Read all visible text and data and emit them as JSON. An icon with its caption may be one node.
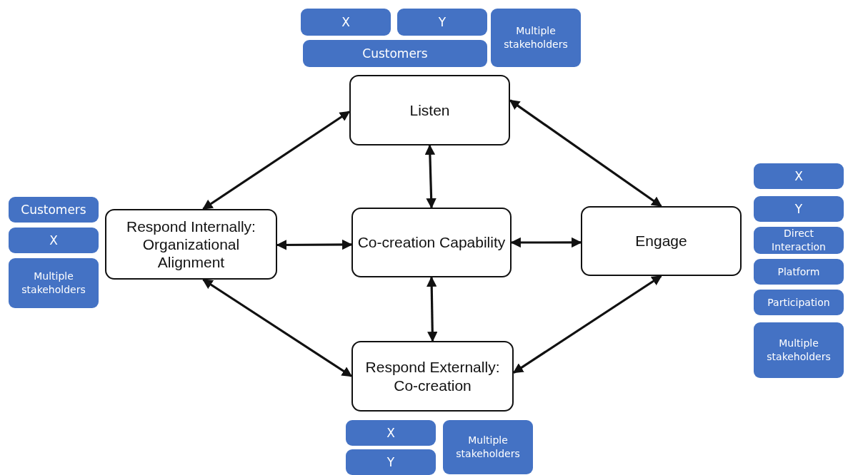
{
  "diagram": {
    "nodes": [
      {
        "text": [
          "X"
        ]
      },
      {
        "text": [
          "Y"
        ]
      },
      {
        "text": [
          "Customers"
        ]
      },
      {
        "text": [
          "Multiple stakeholders"
        ]
      },
      {
        "text": [
          "Listen"
        ]
      },
      {
        "text": [
          "Customers"
        ]
      },
      {
        "text": [
          "X"
        ]
      },
      {
        "text": [
          "Multiple stakeholders"
        ]
      },
      {
        "text": [
          "Respond Internally: Organizational Alignment"
        ]
      },
      {
        "text": [
          "Co-creation Capability"
        ]
      },
      {
        "text": [
          "Engage"
        ]
      },
      {
        "text": [
          "X"
        ]
      },
      {
        "text": [
          "Y"
        ]
      },
      {
        "text": [
          "Direct Interaction"
        ]
      },
      {
        "text": [
          "Platform"
        ]
      },
      {
        "text": [
          "Participation"
        ]
      },
      {
        "text": [
          "Multiple stakeholders"
        ]
      },
      {
        "text": [
          "Respond Externally: Co-creation"
        ]
      },
      {
        "text": [
          "X"
        ]
      },
      {
        "text": [
          "Y"
        ]
      },
      {
        "text": [
          "Multiple stakeholders"
        ]
      }
    ],
    "edges": [
      {
        "from": 8,
        "to": 4,
        "arrow": "both"
      },
      {
        "from": 4,
        "to": 10,
        "arrow": "both"
      },
      {
        "from": 4,
        "to": 9,
        "arrow": "both"
      },
      {
        "from": 8,
        "to": 9,
        "arrow": "both"
      },
      {
        "from": 9,
        "to": 10,
        "arrow": "both"
      },
      {
        "from": 9,
        "to": 17,
        "arrow": "both"
      },
      {
        "from": 8,
        "to": 17,
        "arrow": "both"
      },
      {
        "from": 10,
        "to": 17,
        "arrow": "both"
      }
    ]
  }
}
